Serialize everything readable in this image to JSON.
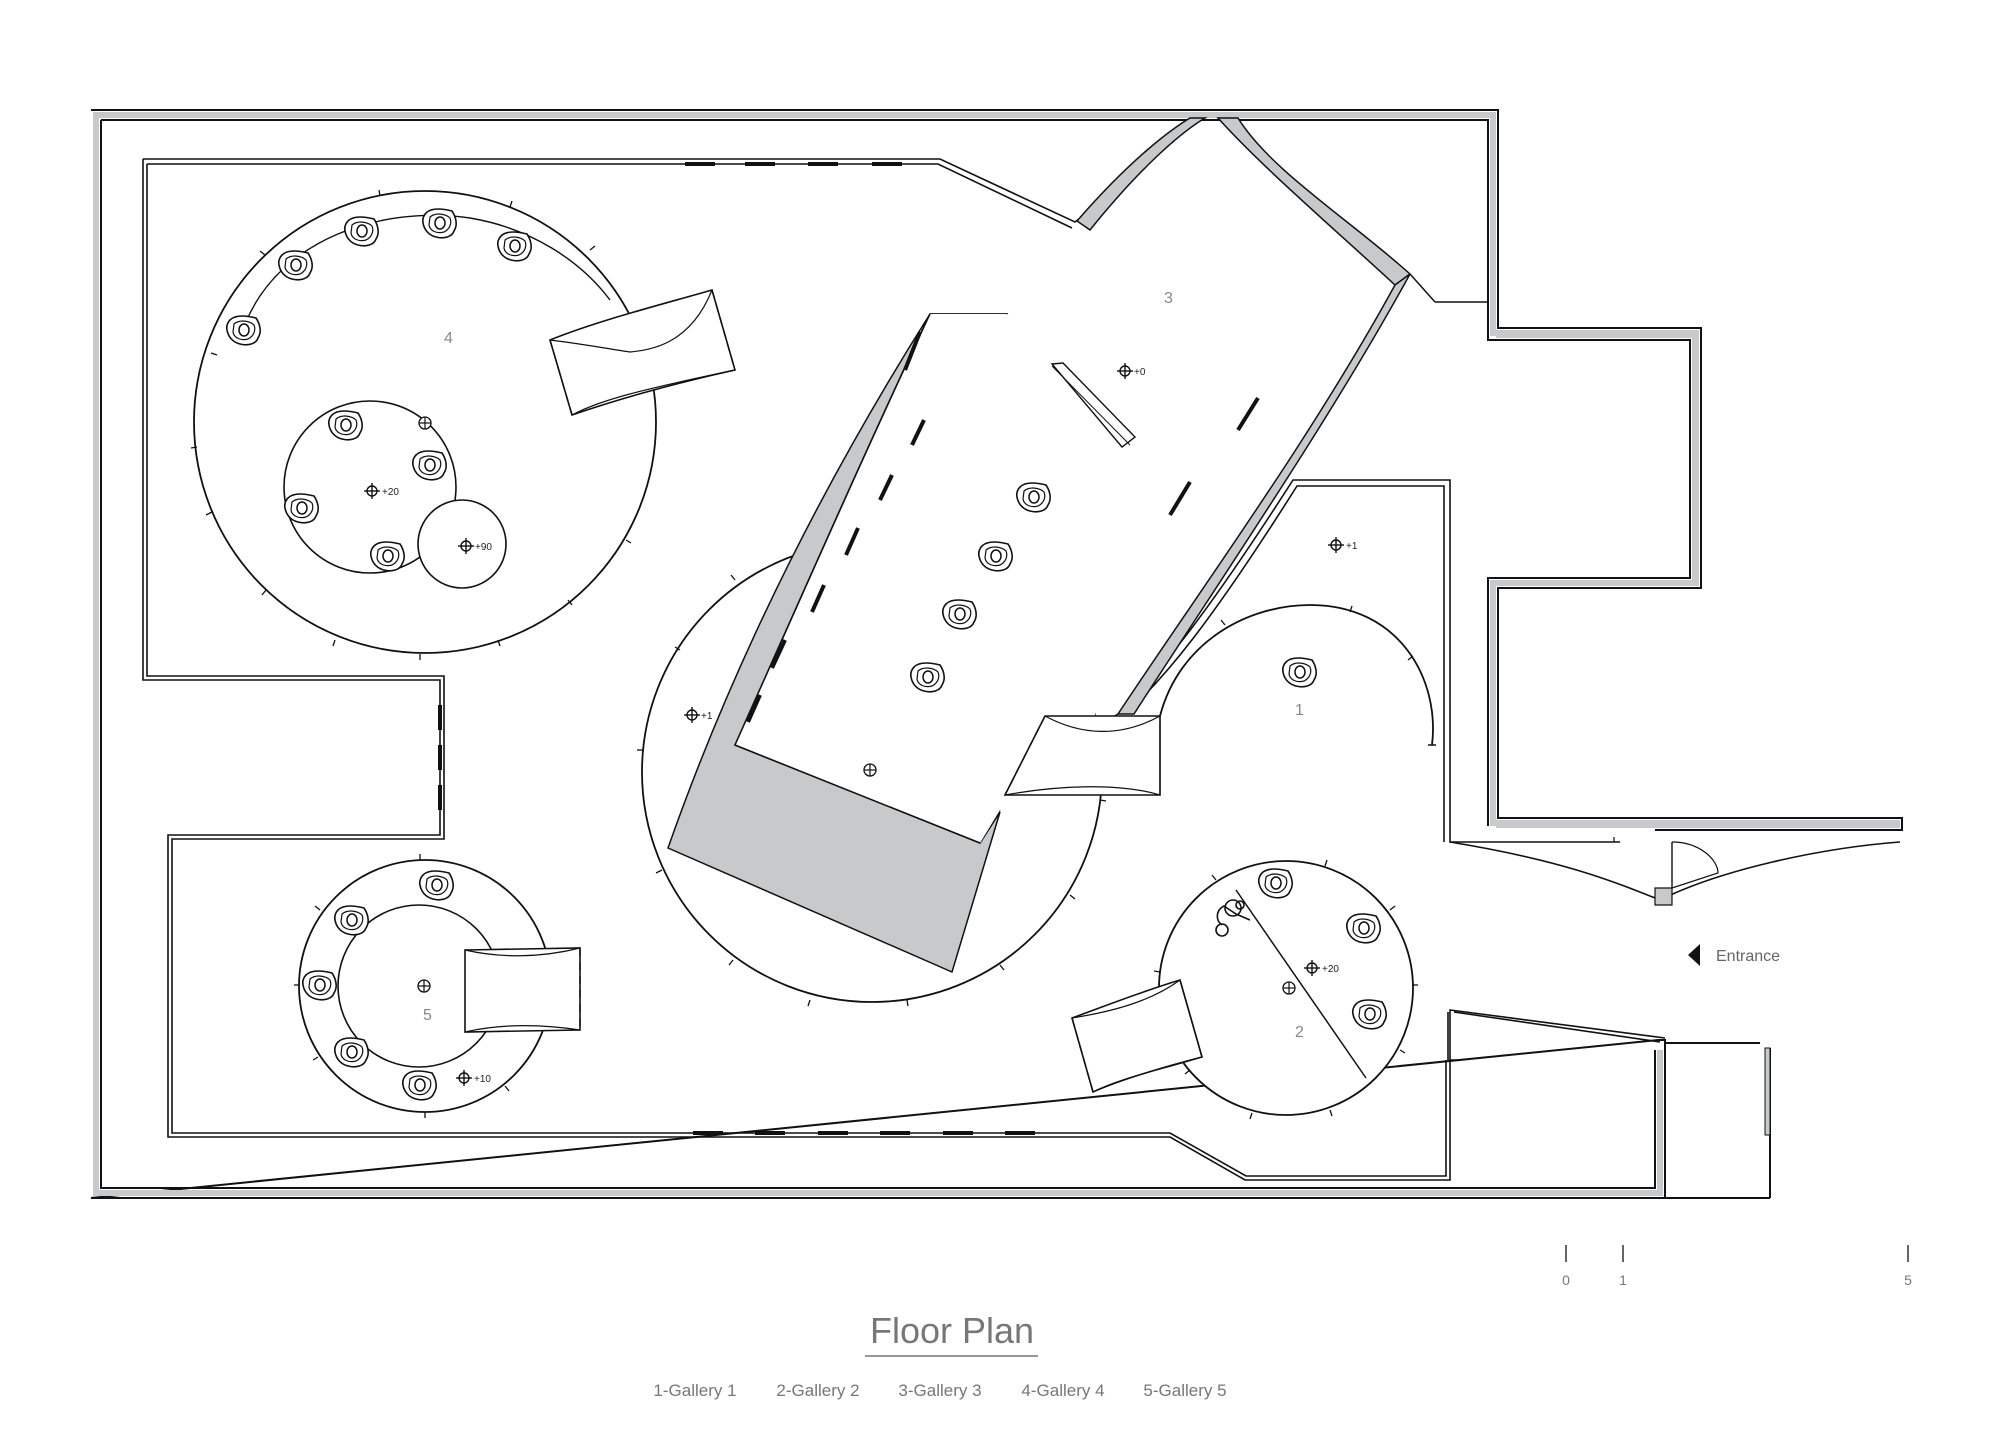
{
  "title": "Floor Plan",
  "legend": [
    {
      "text": "1-Gallery 1"
    },
    {
      "text": "2-Gallery 2"
    },
    {
      "text": "3-Gallery 3"
    },
    {
      "text": "4-Gallery 4"
    },
    {
      "text": "5-Gallery 5"
    }
  ],
  "gallery_numbers": {
    "g1": "1",
    "g2": "2",
    "g3": "3",
    "g4": "4",
    "g5": "5"
  },
  "entrance_label": "Entrance",
  "scale_labels": {
    "zero": "0",
    "one": "1",
    "five": "5"
  },
  "elevations": {
    "e_plus20_g4": "+20",
    "e_plus90": "+90",
    "e_plus0": "+0",
    "e_plus1_center": "+1",
    "e_plus1_g1": "+1",
    "e_plus20_g2": "+20",
    "e_plus10": "+10"
  },
  "colors": {
    "wall_fill": "#c8c9cb",
    "line": "#1a1a1a",
    "text": "#888888"
  }
}
